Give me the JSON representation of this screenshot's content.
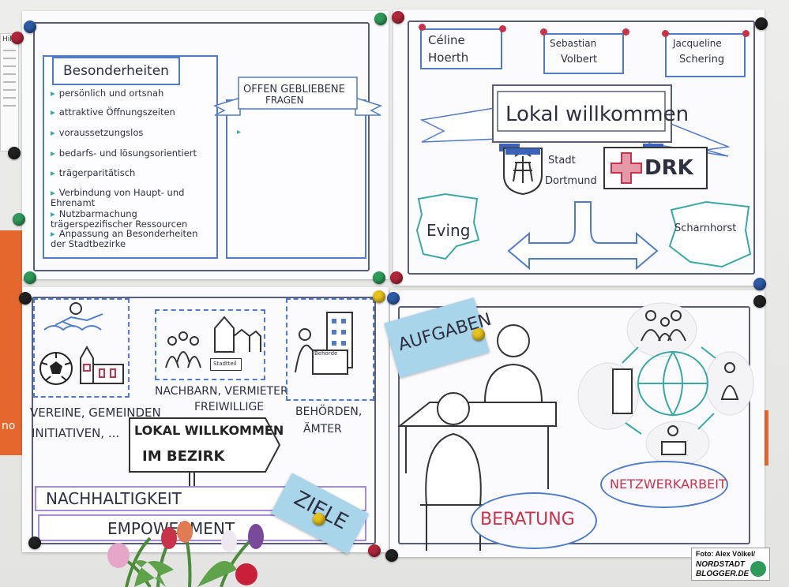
{
  "poster_top_left": {
    "header": "Besonderheiten",
    "items": [
      "persönlich und ortsnah",
      "attraktive Öffnungszeiten",
      "voraussetzungslos",
      "bedarfs- und lösungsorientiert",
      "trägerparitätisch",
      "Verbindung von Haupt- und Ehrenamt",
      "Nutzbarmachung trägerspezifischer Ressourcen",
      "Anpassung an Besonderheiten der Stadtbezirke"
    ],
    "open_questions_line1": "OFFEN GEBLIEBENE",
    "open_questions_line2": "FRAGEN"
  },
  "poster_top_right": {
    "person1_first": "Céline",
    "person1_last": "Hoerth",
    "person2_first": "Sebastian",
    "person2_last": "Volbert",
    "person3_first": "Jacqueline",
    "person3_last": "Schering",
    "banner": "Lokal willkommen",
    "city_line1": "Stadt",
    "city_line2": "Dortmund",
    "drk": "DRK",
    "district_left": "Eving",
    "district_right": "Scharnhorst"
  },
  "poster_bottom_left": {
    "group1_line1": "VEREINE, GEMEINDEN",
    "group1_line2": "INITIATIVEN, ...",
    "group2_line1": "NACHBARN, VERMIETER",
    "group2_line2": "FREIWILLIGE",
    "group3_line1": "BEHÖRDEN,",
    "group3_line2": "ÄMTER",
    "sign_line1": "LOKAL WILLKOMMEN",
    "sign_line2": "IM BEZIRK",
    "goal1": "NACHHALTIGKEIT",
    "goal2": "EMPOWERMENT",
    "sticky_goals": "ZIELE",
    "stadtteil_label": "Stadtteil",
    "behoerde_label": "Behörde"
  },
  "poster_bottom_right": {
    "sticky_tasks": "AUFGABEN",
    "task1": "BERATUNG",
    "task2": "NETZWERKARBEIT"
  },
  "credit": {
    "line1": "Foto: Alex Völkel/",
    "line2": "NORDSTADT",
    "line3": "BLOGGER.DE"
  },
  "edge_notice": "Hilfes",
  "edge_orange_text": "no",
  "colors": {
    "frame": "#5a5d7a",
    "blue_box": "#4f7cc3",
    "teal": "#3aa9a6",
    "red": "#c8324a",
    "orange": "#e4682d",
    "sticky": "#a9d5ea",
    "purple": "#a78bd1"
  }
}
